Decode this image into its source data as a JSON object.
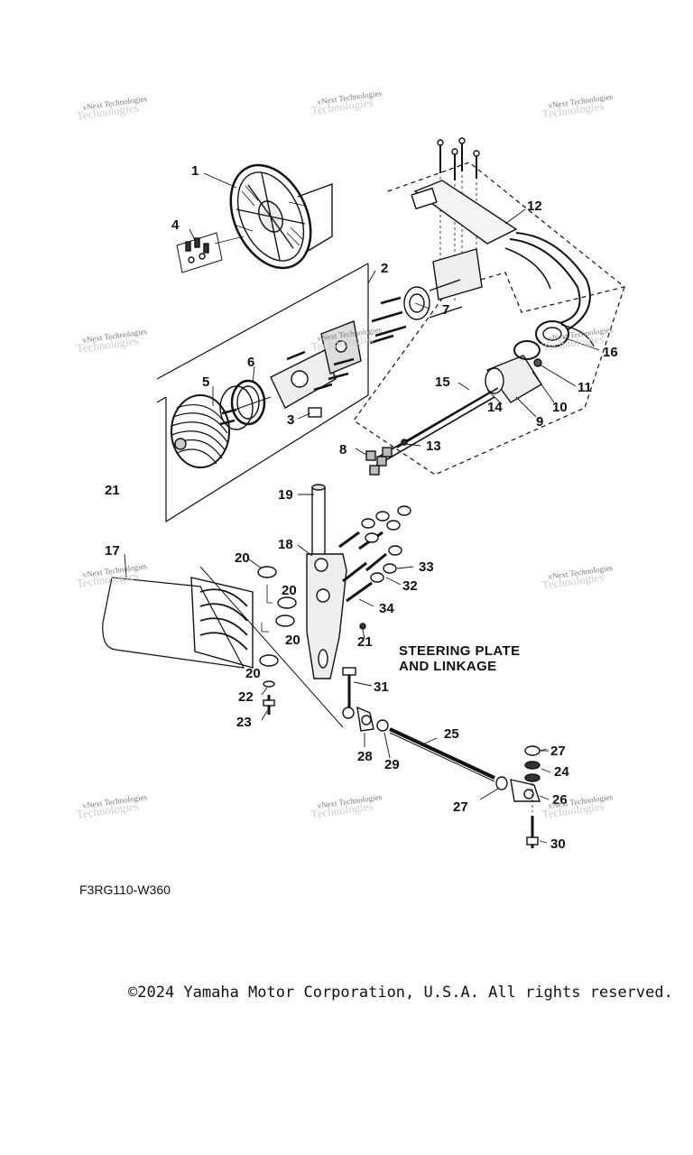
{
  "diagram": {
    "section_title": [
      "STEERING PLATE",
      "AND LINKAGE"
    ],
    "drawing_code": "F3RG110-W360",
    "watermark": [
      "vNext Technologies",
      "Technologies"
    ],
    "copyright": "©2024 Yamaha Motor Corporation, U.S.A. All rights reserved.",
    "callouts": [
      "1",
      "2",
      "3",
      "4",
      "5",
      "6",
      "7",
      "8",
      "9",
      "10",
      "11",
      "12",
      "13",
      "14",
      "15",
      "16",
      "17",
      "18",
      "19",
      "20",
      "20",
      "20",
      "20",
      "21",
      "21",
      "22",
      "23",
      "24",
      "25",
      "26",
      "27",
      "27",
      "28",
      "29",
      "30",
      "31",
      "32",
      "33",
      "34"
    ]
  }
}
